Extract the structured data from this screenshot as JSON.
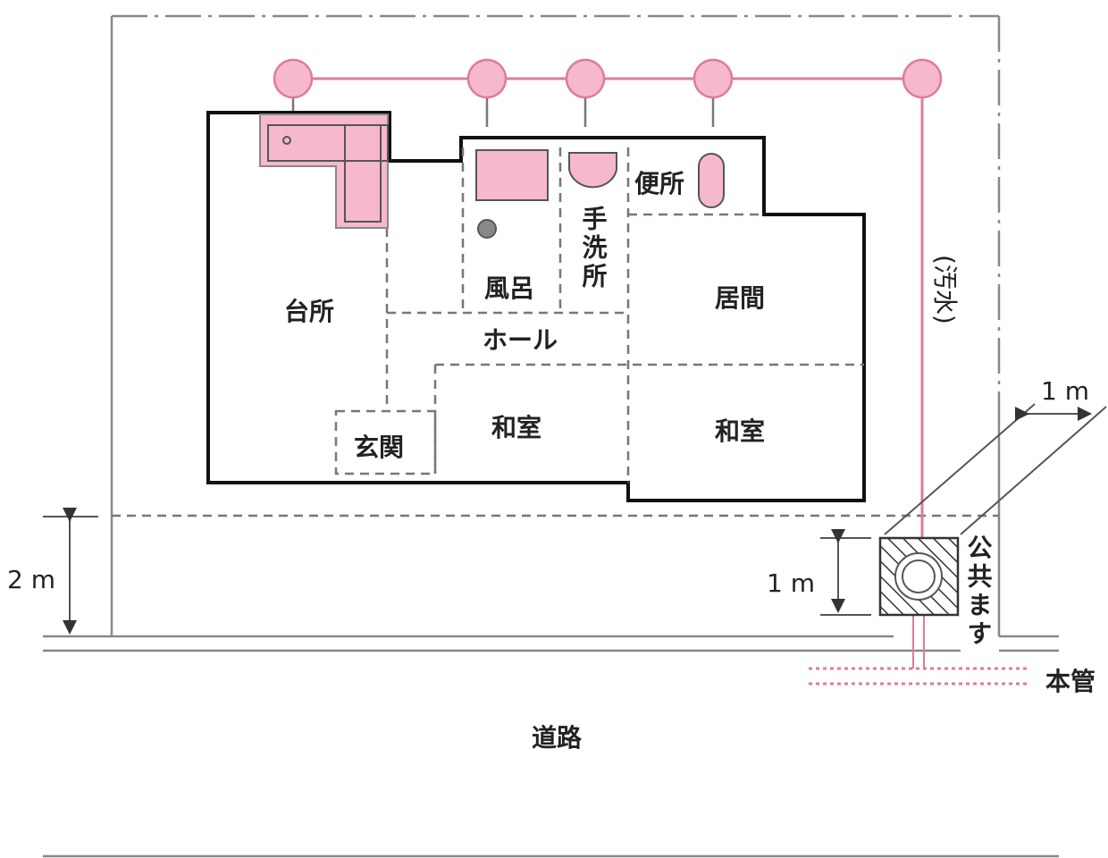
{
  "rooms": {
    "kitchen": "台所",
    "bath": "風呂",
    "washroom": "手洗所",
    "toilet": "便所",
    "living": "居間",
    "hall": "ホール",
    "entrance": "玄関",
    "washitsu_1": "和室",
    "washitsu_2": "和室"
  },
  "labels": {
    "sewage": "(汚水)",
    "public_basin": "公共ます",
    "main_pipe": "本管",
    "road": "道路",
    "dim_setback": "2 m",
    "dim_basin": "1 m",
    "dim_offset": "1 m"
  },
  "colors": {
    "pipe": "#e07a9c",
    "fixture": "#f6b8cc",
    "wall": "#111111"
  }
}
